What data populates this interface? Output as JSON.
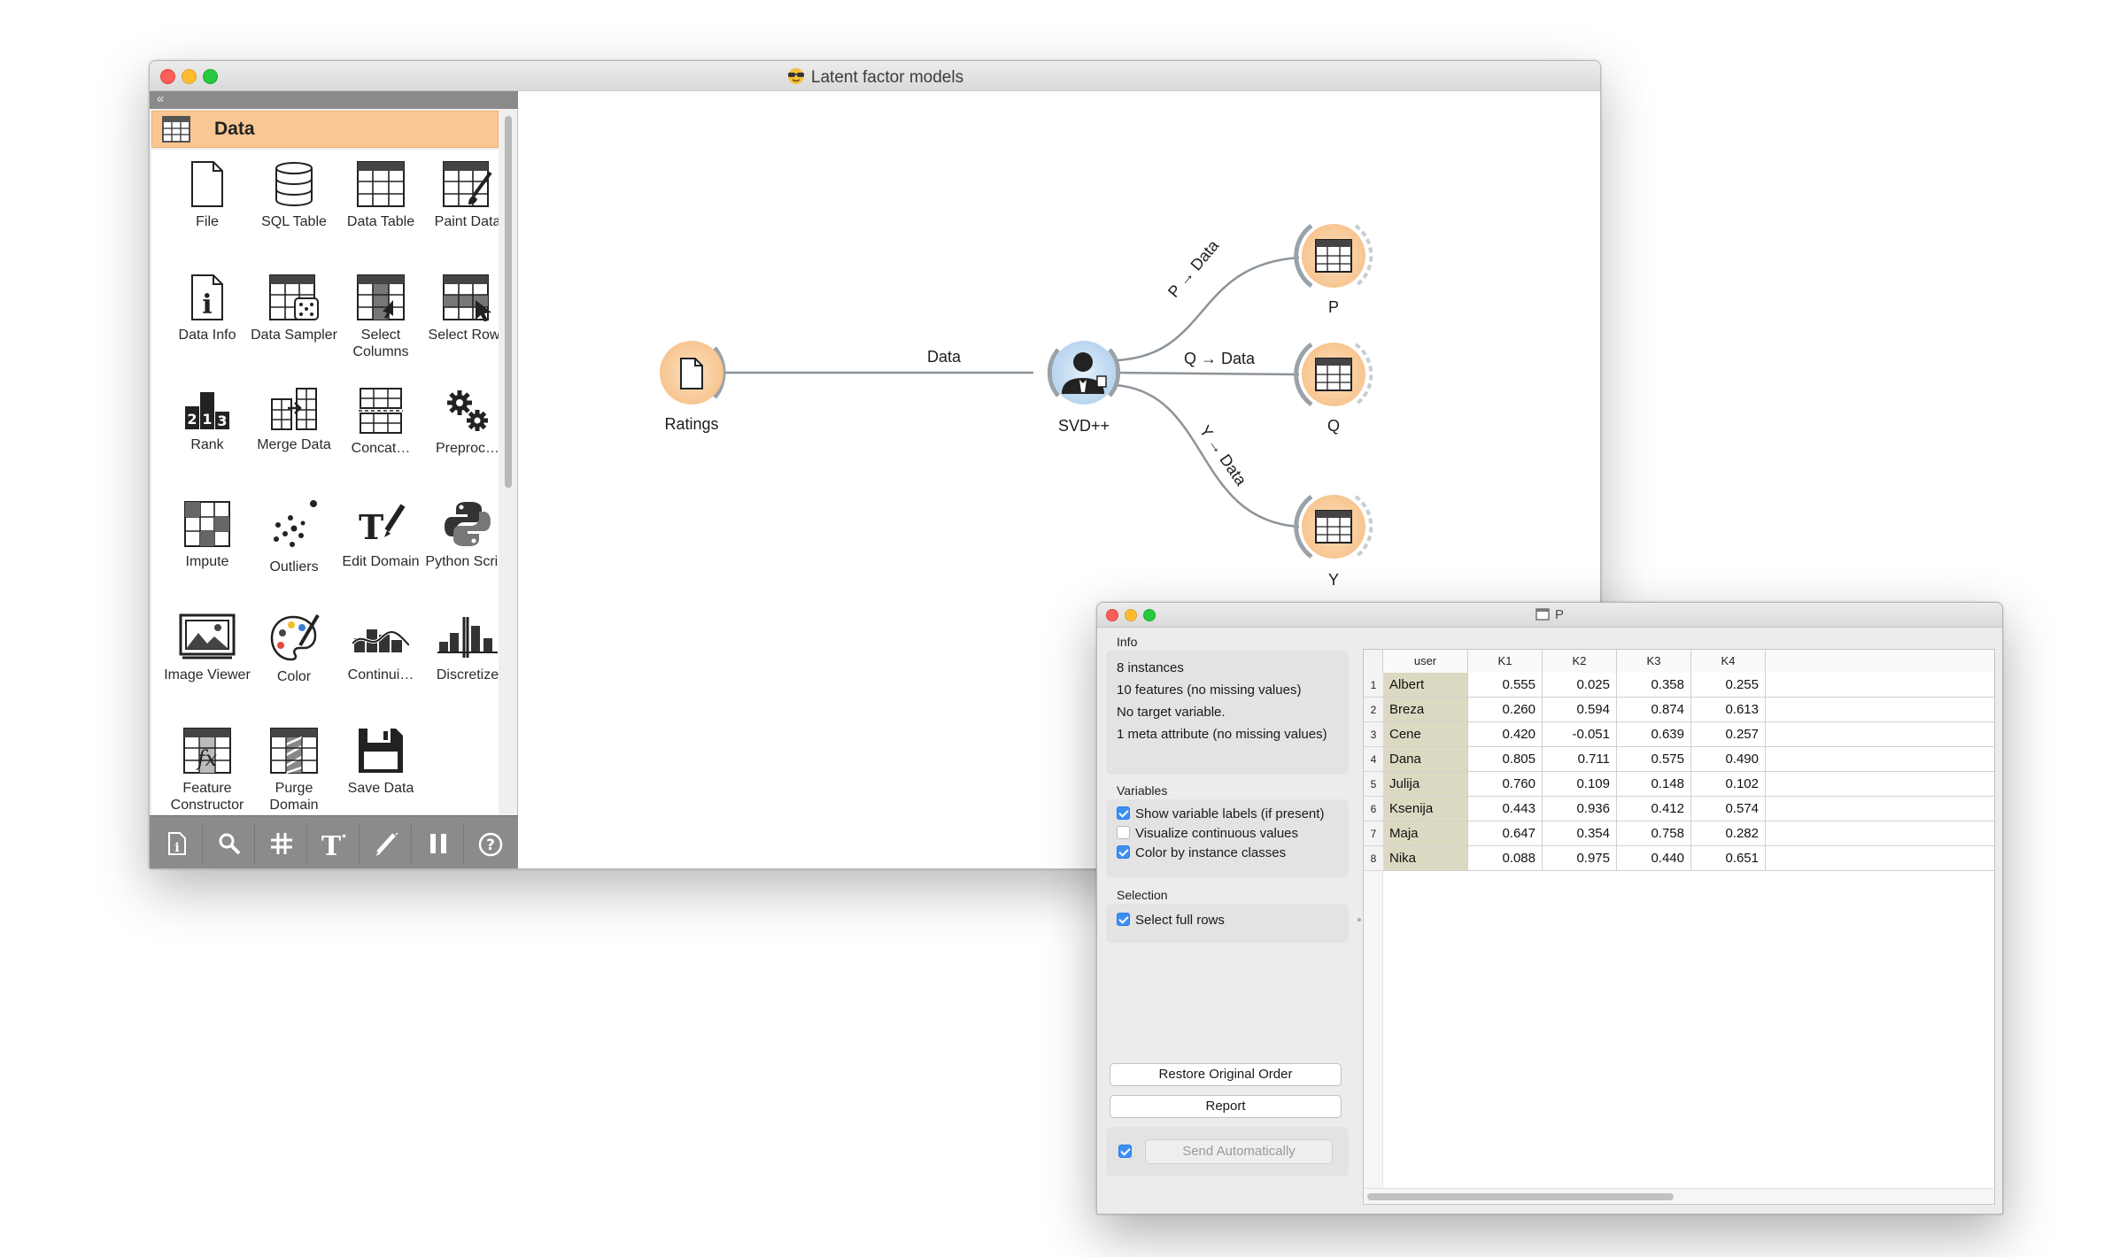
{
  "main_window": {
    "title": "Latent factor models",
    "toolbox": {
      "collapse_glyph": "«",
      "category": "Data",
      "widgets": [
        {
          "label": "File",
          "icon": "file-icon"
        },
        {
          "label": "SQL Table",
          "icon": "database-icon"
        },
        {
          "label": "Data Table",
          "icon": "table-icon"
        },
        {
          "label": "Paint Data",
          "icon": "paint-data-icon"
        },
        {
          "label": "Data Info",
          "icon": "info-icon"
        },
        {
          "label": "Data Sampler",
          "icon": "dice-icon"
        },
        {
          "label": "Select Columns",
          "icon": "select-columns-icon"
        },
        {
          "label": "Select Rows",
          "icon": "select-rows-icon"
        },
        {
          "label": "Rank",
          "icon": "podium-icon"
        },
        {
          "label": "Merge Data",
          "icon": "merge-icon"
        },
        {
          "label": "Concat…",
          "icon": "concatenate-icon"
        },
        {
          "label": "Preproc…",
          "icon": "gears-icon"
        },
        {
          "label": "Impute",
          "icon": "impute-icon"
        },
        {
          "label": "Outliers",
          "icon": "scatter-icon"
        },
        {
          "label": "Edit Domain",
          "icon": "edit-domain-icon"
        },
        {
          "label": "Python Script",
          "icon": "python-icon"
        },
        {
          "label": "Image Viewer",
          "icon": "image-icon"
        },
        {
          "label": "Color",
          "icon": "palette-icon"
        },
        {
          "label": "Continui…",
          "icon": "continuize-icon"
        },
        {
          "label": "Discretize",
          "icon": "discretize-icon"
        },
        {
          "label": "Feature Constructor",
          "icon": "fx-icon"
        },
        {
          "label": "Purge Domain",
          "icon": "purge-icon"
        },
        {
          "label": "Save Data",
          "icon": "floppy-icon"
        }
      ],
      "footer_tools": [
        "note-icon",
        "zoom-icon",
        "grid-icon",
        "text-icon",
        "pen-icon",
        "pause-icon",
        "help-icon"
      ]
    },
    "canvas": {
      "nodes": [
        {
          "label": "Ratings",
          "icon": "file-icon"
        },
        {
          "label": "SVD++",
          "icon": "person-icon"
        },
        {
          "label": "P",
          "icon": "table-icon"
        },
        {
          "label": "Q",
          "icon": "table-icon"
        },
        {
          "label": "Y",
          "icon": "table-icon"
        }
      ],
      "links": [
        {
          "label": "Data"
        },
        {
          "label": "P → Data"
        },
        {
          "label": "Q → Data"
        },
        {
          "label": "Y → Data"
        }
      ]
    }
  },
  "table_window": {
    "title": "P",
    "info": {
      "title": "Info",
      "lines": [
        "8 instances",
        "10 features (no missing values)",
        "No target variable.",
        "1 meta attribute (no missing values)"
      ]
    },
    "variables": {
      "title": "Variables",
      "options": [
        {
          "label": "Show variable labels (if present)",
          "checked": true
        },
        {
          "label": "Visualize continuous values",
          "checked": false
        },
        {
          "label": "Color by instance classes",
          "checked": true
        }
      ]
    },
    "selection": {
      "title": "Selection",
      "options": [
        {
          "label": "Select full rows",
          "checked": true
        }
      ]
    },
    "buttons": {
      "restore": "Restore Original Order",
      "report": "Report",
      "send": "Send Automatically",
      "send_checked": true
    },
    "table": {
      "columns": [
        "user",
        "K1",
        "K2",
        "K3",
        "K4"
      ],
      "rows": [
        {
          "n": "1",
          "user": "Albert",
          "K1": "0.555",
          "K2": "0.025",
          "K3": "0.358",
          "K4": "0.255"
        },
        {
          "n": "2",
          "user": "Breza",
          "K1": "0.260",
          "K2": "0.594",
          "K3": "0.874",
          "K4": "0.613"
        },
        {
          "n": "3",
          "user": "Cene",
          "K1": "0.420",
          "K2": "-0.051",
          "K3": "0.639",
          "K4": "0.257"
        },
        {
          "n": "4",
          "user": "Dana",
          "K1": "0.805",
          "K2": "0.711",
          "K3": "0.575",
          "K4": "0.490"
        },
        {
          "n": "5",
          "user": "Julija",
          "K1": "0.760",
          "K2": "0.109",
          "K3": "0.148",
          "K4": "0.102"
        },
        {
          "n": "6",
          "user": "Ksenija",
          "K1": "0.443",
          "K2": "0.936",
          "K3": "0.412",
          "K4": "0.574"
        },
        {
          "n": "7",
          "user": "Maja",
          "K1": "0.647",
          "K2": "0.354",
          "K3": "0.758",
          "K4": "0.282"
        },
        {
          "n": "8",
          "user": "Nika",
          "K1": "0.088",
          "K2": "0.975",
          "K3": "0.440",
          "K4": "0.651"
        }
      ]
    }
  },
  "colors": {
    "category_accent": "#f9c793",
    "node_ring": "#fbd3a6",
    "node_ring_svd": "#c9dff4",
    "meta_column": "#dcd9c2",
    "checkbox_on": "#3c8ff5"
  }
}
